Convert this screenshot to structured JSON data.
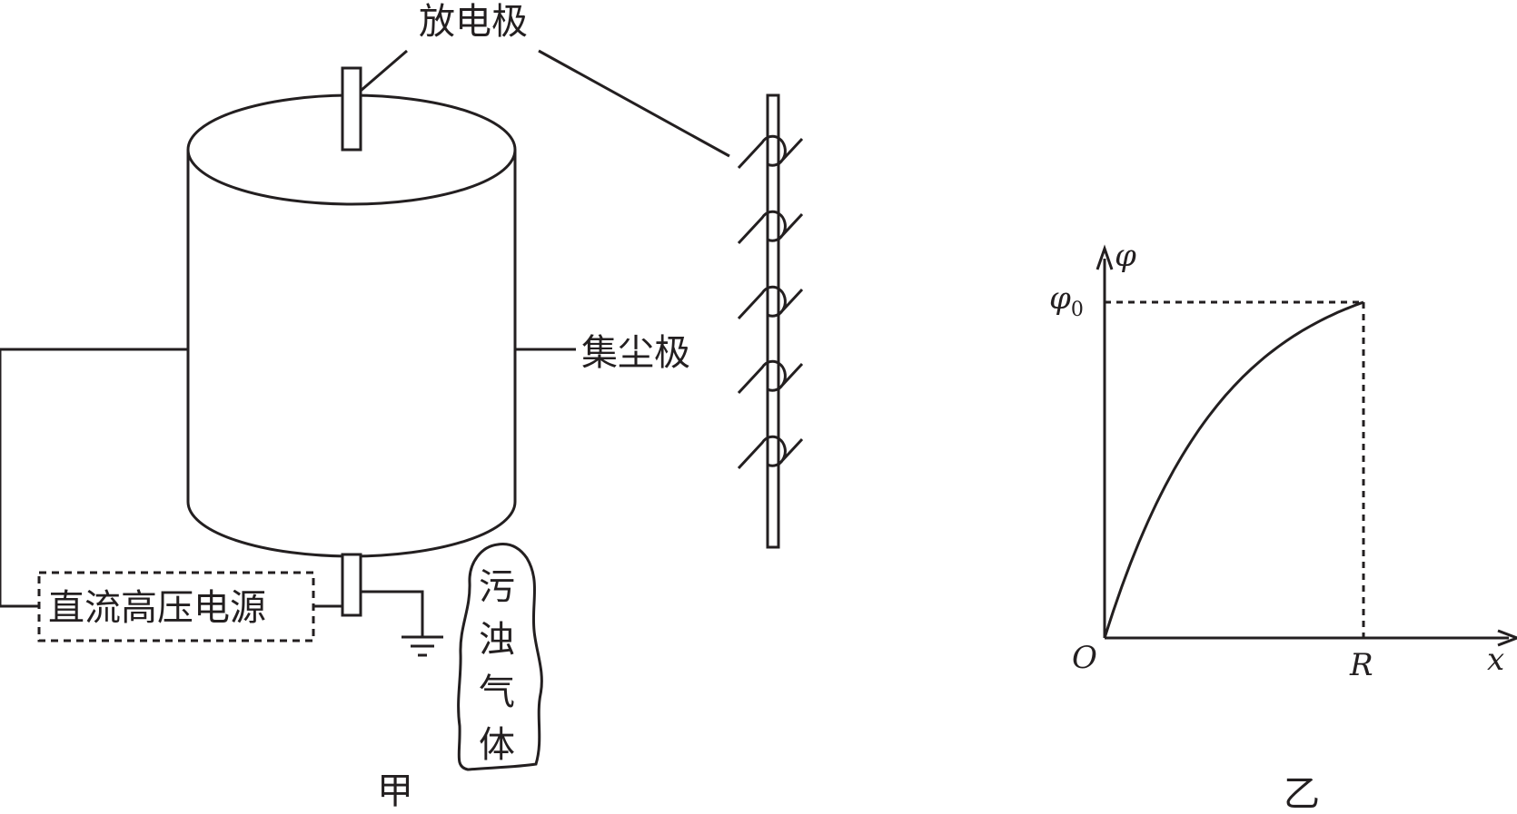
{
  "figure_a": {
    "caption": "甲",
    "discharge_electrode_label": "放电极",
    "collector_electrode_label": "集尘极",
    "power_supply_label": "直流高压电源",
    "dirty_gas_label": [
      "污",
      "浊",
      "气",
      "体"
    ]
  },
  "figure_b": {
    "caption": "乙",
    "y_axis_label": "φ",
    "x_axis_label": "x",
    "origin_label": "O",
    "x_mark_label": "R",
    "y_mark_label": "φ",
    "y_mark_subscript": "0"
  },
  "colors": {
    "line": "#231f20",
    "background": "#ffffff"
  }
}
